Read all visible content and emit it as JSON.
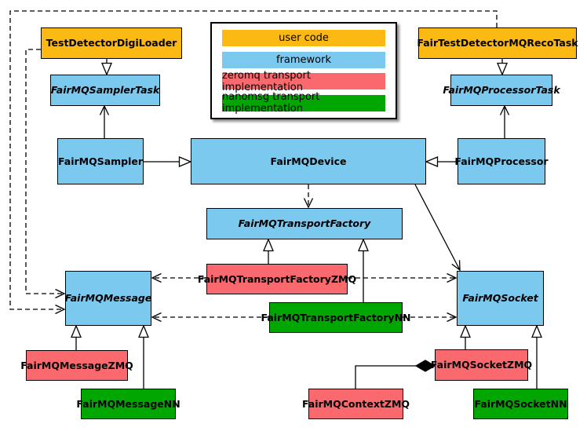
{
  "legend": {
    "items": [
      {
        "label": "user code",
        "color": "#FDB913"
      },
      {
        "label": "framework",
        "color": "#7CC9F0"
      },
      {
        "label": "zeromq transport implementation",
        "color": "#F9696E"
      },
      {
        "label": "nanomsg transport implementation",
        "color": "#01A601"
      }
    ]
  },
  "colors": {
    "user_code": "#FDB913",
    "framework": "#7CC9F0",
    "zeromq": "#F9696E",
    "nanomsg": "#01A601",
    "line": "#000000",
    "background": "#FFFFFF"
  },
  "nodes": {
    "testDetectorDigiLoader": {
      "label": "TestDetectorDigiLoader",
      "category": "user code",
      "abstract": false
    },
    "fairTestDetectorMQRecoTask": {
      "label": "FairTestDetectorMQRecoTask",
      "category": "user code",
      "abstract": false
    },
    "fairMQSamplerTask": {
      "label": "FairMQSamplerTask",
      "category": "framework",
      "abstract": true
    },
    "fairMQProcessorTask": {
      "label": "FairMQProcessorTask",
      "category": "framework",
      "abstract": true
    },
    "fairMQSampler": {
      "label": "FairMQSampler",
      "category": "framework",
      "abstract": false
    },
    "fairMQDevice": {
      "label": "FairMQDevice",
      "category": "framework",
      "abstract": false
    },
    "fairMQProcessor": {
      "label": "FairMQProcessor",
      "category": "framework",
      "abstract": false
    },
    "fairMQTransportFactory": {
      "label": "FairMQTransportFactory",
      "category": "framework",
      "abstract": true
    },
    "fairMQTransportFactoryZMQ": {
      "label": "FairMQTransportFactoryZMQ",
      "category": "zeromq",
      "abstract": false
    },
    "fairMQTransportFactoryNN": {
      "label": "FairMQTransportFactoryNN",
      "category": "nanomsg",
      "abstract": false
    },
    "fairMQMessage": {
      "label": "FairMQMessage",
      "category": "framework",
      "abstract": true
    },
    "fairMQSocket": {
      "label": "FairMQSocket",
      "category": "framework",
      "abstract": true
    },
    "fairMQMessageZMQ": {
      "label": "FairMQMessageZMQ",
      "category": "zeromq",
      "abstract": false
    },
    "fairMQMessageNN": {
      "label": "FairMQMessageNN",
      "category": "nanomsg",
      "abstract": false
    },
    "fairMQSocketZMQ": {
      "label": "FairMQSocketZMQ",
      "category": "zeromq",
      "abstract": false
    },
    "fairMQSocketNN": {
      "label": "FairMQSocketNN",
      "category": "nanomsg",
      "abstract": false
    },
    "fairMQContextZMQ": {
      "label": "FairMQContextZMQ",
      "category": "zeromq",
      "abstract": false
    }
  },
  "relationships": [
    {
      "from": "TestDetectorDigiLoader",
      "to": "FairMQSamplerTask",
      "type": "inheritance"
    },
    {
      "from": "FairTestDetectorMQRecoTask",
      "to": "FairMQProcessorTask",
      "type": "inheritance"
    },
    {
      "from": "FairMQSampler",
      "to": "FairMQSamplerTask",
      "type": "association"
    },
    {
      "from": "FairMQProcessor",
      "to": "FairMQProcessorTask",
      "type": "association"
    },
    {
      "from": "FairMQSampler",
      "to": "FairMQDevice",
      "type": "inheritance"
    },
    {
      "from": "FairMQProcessor",
      "to": "FairMQDevice",
      "type": "inheritance"
    },
    {
      "from": "FairMQDevice",
      "to": "FairMQTransportFactory",
      "type": "dependency"
    },
    {
      "from": "FairMQDevice",
      "to": "FairMQSocket",
      "type": "association"
    },
    {
      "from": "FairMQTransportFactoryZMQ",
      "to": "FairMQTransportFactory",
      "type": "inheritance"
    },
    {
      "from": "FairMQTransportFactoryNN",
      "to": "FairMQTransportFactory",
      "type": "inheritance"
    },
    {
      "from": "FairMQTransportFactoryZMQ",
      "to": "FairMQMessage",
      "type": "dependency"
    },
    {
      "from": "FairMQTransportFactoryZMQ",
      "to": "FairMQSocket",
      "type": "dependency"
    },
    {
      "from": "FairMQTransportFactoryNN",
      "to": "FairMQMessage",
      "type": "dependency"
    },
    {
      "from": "FairMQTransportFactoryNN",
      "to": "FairMQSocket",
      "type": "dependency"
    },
    {
      "from": "FairMQMessageZMQ",
      "to": "FairMQMessage",
      "type": "inheritance"
    },
    {
      "from": "FairMQMessageNN",
      "to": "FairMQMessage",
      "type": "inheritance"
    },
    {
      "from": "FairMQSocketZMQ",
      "to": "FairMQSocket",
      "type": "inheritance"
    },
    {
      "from": "FairMQSocketNN",
      "to": "FairMQSocket",
      "type": "inheritance"
    },
    {
      "from": "FairMQContextZMQ",
      "to": "FairMQSocketZMQ",
      "type": "composition"
    },
    {
      "from": "TestDetectorDigiLoader",
      "to": "FairMQMessage",
      "type": "dependency"
    },
    {
      "from": "FairTestDetectorMQRecoTask",
      "to": "FairMQMessage",
      "type": "dependency"
    }
  ]
}
